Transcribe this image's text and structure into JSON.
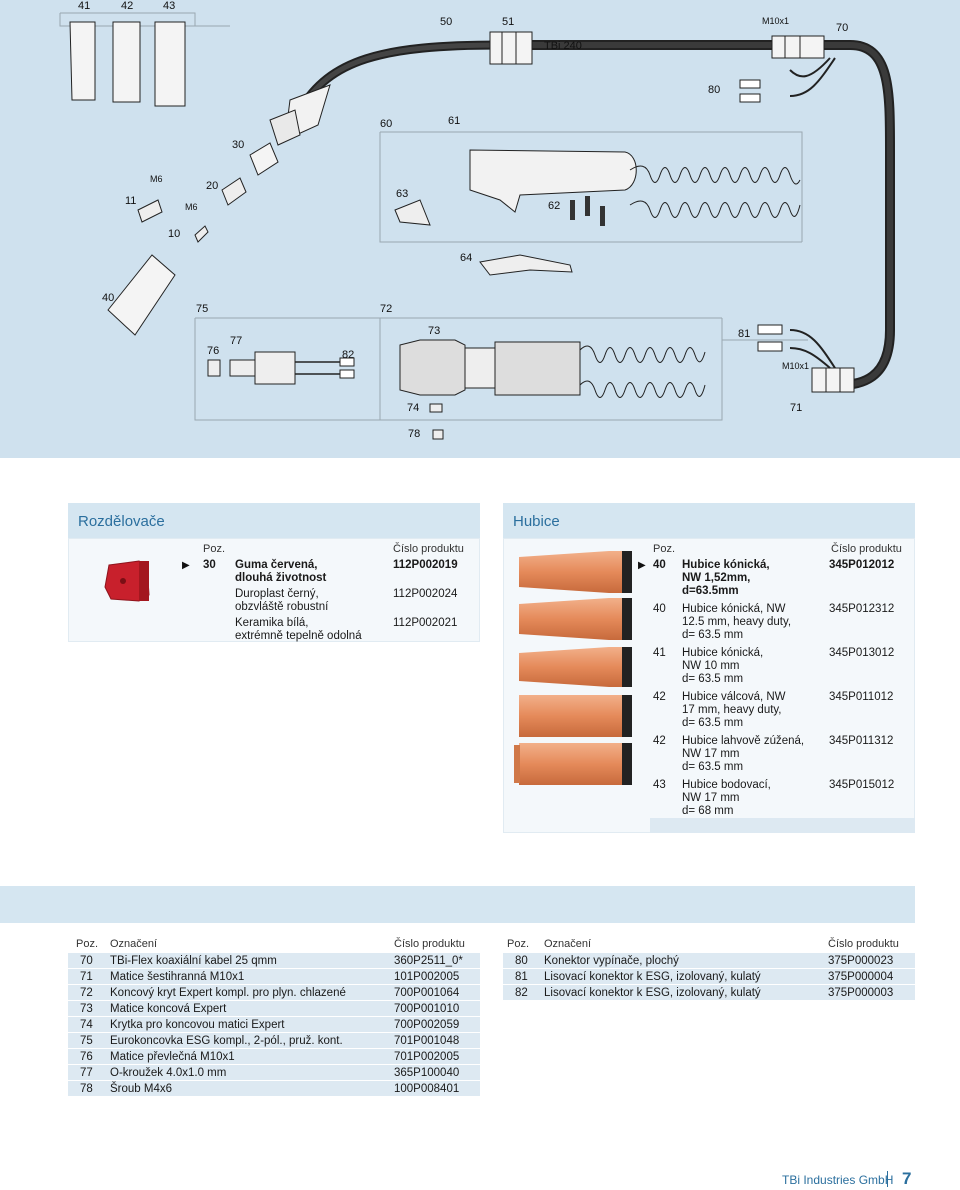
{
  "diagram": {
    "labels": [
      "41",
      "42",
      "43",
      "50",
      "51",
      "TBi 240",
      "M10x1",
      "70",
      "80",
      "60",
      "61",
      "30",
      "63",
      "62",
      "11",
      "M6",
      "20",
      "M6",
      "10",
      "64",
      "40",
      "75",
      "72",
      "73",
      "81",
      "76",
      "77",
      "82",
      "M10x1",
      "74",
      "71",
      "78"
    ]
  },
  "colors": {
    "accent": "#2b6f9e",
    "panel_header_bg": "#d5e6f1",
    "diagram_bg": "#cfe1ee",
    "row_bg": "#dde9f2",
    "copper": "#e58a5a",
    "red_part": "#c8202c"
  },
  "rozdelovace": {
    "title": "Rozdělovače",
    "headers": {
      "poz": "Poz.",
      "product": "Číslo produktu"
    },
    "rows": [
      {
        "poz": "30",
        "name": [
          "Guma červená,",
          "dlouhá životnost"
        ],
        "code": "112P002019",
        "bold": true,
        "marked": true
      },
      {
        "poz": "",
        "name": [
          "Duroplast černý,",
          "obzvláště robustní"
        ],
        "code": "112P002024",
        "bold": false,
        "marked": false
      },
      {
        "poz": "",
        "name": [
          "Keramika bílá,",
          "extrémně tepelně odolná"
        ],
        "code": "112P002021",
        "bold": false,
        "marked": false
      }
    ]
  },
  "hubice": {
    "title": "Hubice",
    "headers": {
      "poz": "Poz.",
      "product": "Číslo produktu"
    },
    "rows": [
      {
        "poz": "40",
        "name": [
          "Hubice kónická,",
          "NW 1,52mm,",
          "d=63.5mm"
        ],
        "code": "345P012012",
        "bold": true,
        "marked": true
      },
      {
        "poz": "40",
        "name": [
          "Hubice kónická, NW",
          "12.5 mm, heavy duty,",
          "d= 63.5 mm"
        ],
        "code": "345P012312",
        "bold": false,
        "marked": false
      },
      {
        "poz": "41",
        "name": [
          "Hubice kónická,",
          "NW 10 mm",
          "d= 63.5 mm"
        ],
        "code": "345P013012",
        "bold": false,
        "marked": false
      },
      {
        "poz": "42",
        "name": [
          "Hubice válcová, NW",
          "17 mm, heavy duty,",
          "d= 63.5 mm"
        ],
        "code": "345P011012",
        "bold": false,
        "marked": false
      },
      {
        "poz": "42",
        "name": [
          "Hubice lahvově zúžená,",
          "NW 17 mm",
          "d= 63.5 mm"
        ],
        "code": "345P011312",
        "bold": false,
        "marked": false
      },
      {
        "poz": "43",
        "name": [
          "Hubice bodovací,",
          "NW 17 mm",
          "d= 68 mm"
        ],
        "code": "345P015012",
        "bold": false,
        "marked": false
      }
    ]
  },
  "parts_left": {
    "headers": {
      "poz": "Poz.",
      "name": "Označení",
      "product": "Číslo produktu"
    },
    "rows": [
      {
        "poz": "70",
        "name": "TBi-Flex koaxiální kabel 25 qmm",
        "code": "360P2511_0*"
      },
      {
        "poz": "71",
        "name": "Matice šestihranná M10x1",
        "code": "101P002005"
      },
      {
        "poz": "72",
        "name": "Koncový kryt Expert kompl. pro plyn. chlazené",
        "code": "700P001064"
      },
      {
        "poz": "73",
        "name": "Matice koncová Expert",
        "code": "700P001010"
      },
      {
        "poz": "74",
        "name": "Krytka pro koncovou matici Expert",
        "code": "700P002059"
      },
      {
        "poz": "75",
        "name": "Eurokoncovka ESG kompl., 2-pól., pruž. kont.",
        "code": "701P001048"
      },
      {
        "poz": "76",
        "name": "Matice převlečná M10x1",
        "code": "701P002005"
      },
      {
        "poz": "77",
        "name": "O-kroužek 4.0x1.0 mm",
        "code": "365P100040"
      },
      {
        "poz": "78",
        "name": "Šroub M4x6",
        "code": "100P008401"
      }
    ]
  },
  "parts_right": {
    "headers": {
      "poz": "Poz.",
      "name": "Označení",
      "product": "Číslo produktu"
    },
    "rows": [
      {
        "poz": "80",
        "name": "Konektor vypínače, plochý",
        "code": "375P000023"
      },
      {
        "poz": "81",
        "name": "Lisovací konektor k ESG, izolovaný, kulatý",
        "code": "375P000004"
      },
      {
        "poz": "82",
        "name": "Lisovací konektor k ESG, izolovaný, kulatý",
        "code": "375P000003"
      }
    ]
  },
  "footer": {
    "brand": "TBi Industries GmbH",
    "page": "7"
  }
}
